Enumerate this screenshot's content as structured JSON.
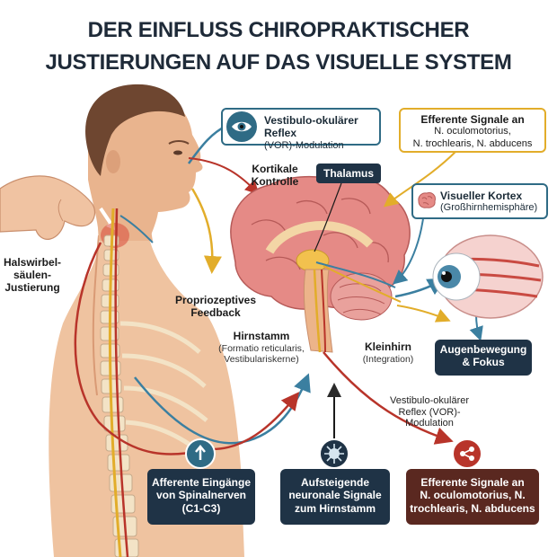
{
  "title": {
    "line1": "DER EINFLUSS CHIROPRAKTISCHER",
    "line2": "JUSTIERUNGEN AUF DAS VISUELLE SYSTEM"
  },
  "labels": {
    "halswirbel": [
      "Halswirbel-",
      "säulen-",
      "Justierung"
    ],
    "kortikale": [
      "Kortikale",
      "Kontrolle"
    ],
    "thalamus": "Thalamus",
    "proprio": [
      "Propriozeptives",
      "Feedback"
    ],
    "hirnstamm": {
      "title": "Hirnstamm",
      "sub": [
        "(Formatio reticularis,",
        "Vestibulariskerne)"
      ]
    },
    "kleinhirn": {
      "title": "Kleinhirn",
      "sub": "(Integration)"
    },
    "vor_lower": [
      "Vestibulo-okulärer",
      "Reflex (VOR)-",
      "Modulation"
    ]
  },
  "boxes": {
    "vor_top": [
      "Vestibulo-okulärer Reflex",
      "(VOR)-Modulation"
    ],
    "efferent_top": {
      "title": "Efferente Signale an",
      "lines": [
        "N. oculomotorius,",
        "N. trochlearis, N. abducens"
      ]
    },
    "visueller_kortex": {
      "title": "Visueller Kortex",
      "sub": "(Großhirnhemisphäre)"
    },
    "augen": [
      "Augenbewegung",
      "& Fokus"
    ],
    "afferente": [
      "Afferente Eingänge",
      "von Spinalnerven",
      "(C1-C3)"
    ],
    "aufsteigende": [
      "Aufsteigende",
      "neuronale Signale",
      "zum Hirnstamm"
    ],
    "efferent_bottom": [
      "Efferente Signale an",
      "N. oculomotorius, N.",
      "trochlearis, N. abducens"
    ]
  },
  "icons": {
    "eye": "eye-icon",
    "brain_small": "brain-icon",
    "arrow_up": "arrow-up-icon",
    "neuron": "neuron-icon",
    "signal": "signal-icon"
  },
  "colors": {
    "title": "#1e2a38",
    "blue_signal": "#3b7fa0",
    "yellow_signal": "#e2ad2a",
    "red_signal": "#b8342a",
    "navy_box": "#1f3346",
    "red_box": "#5a2820",
    "skin": "#e9b48e",
    "brain": "#e58a86"
  }
}
